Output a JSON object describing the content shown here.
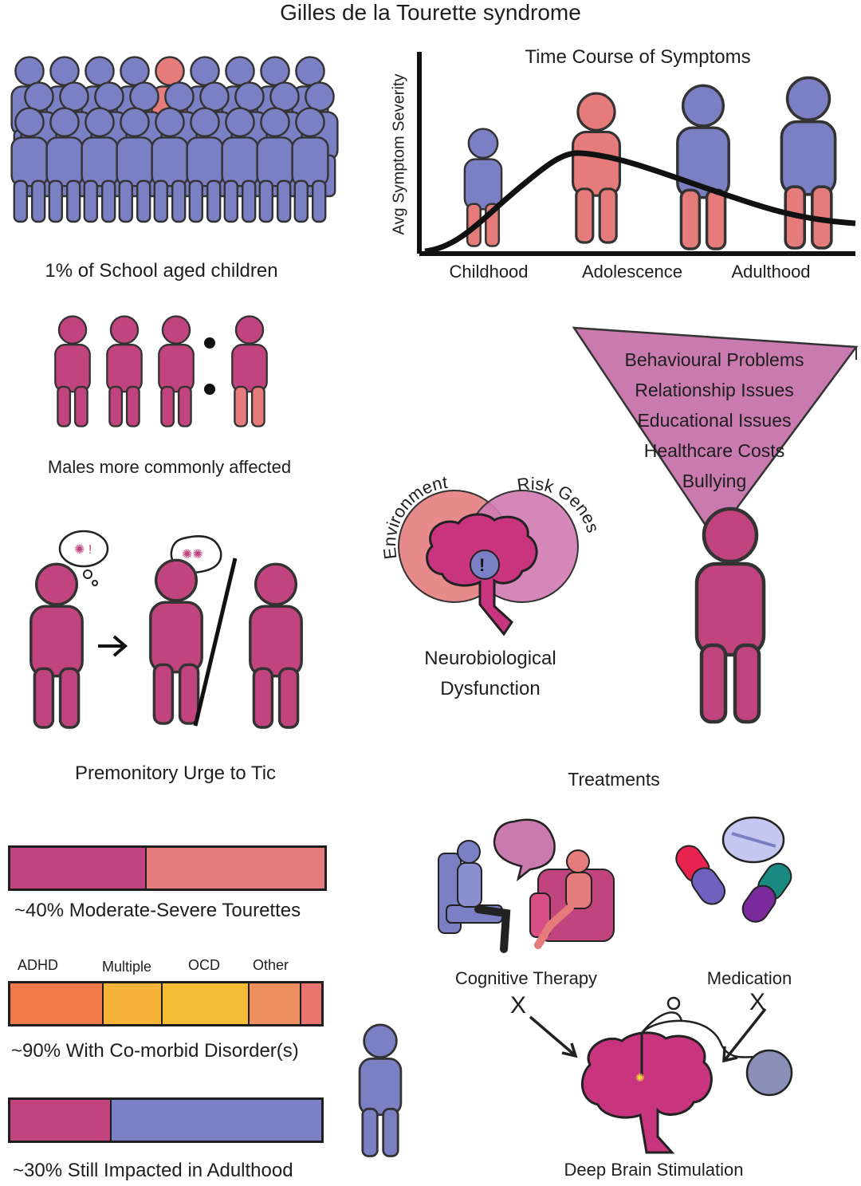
{
  "title": "Gilles de la Tourette syndrome",
  "prevalence": {
    "caption": "1% of School aged children"
  },
  "sex_ratio": {
    "caption": "Males more commonly affected"
  },
  "urge": {
    "caption": "Premonitory Urge to Tic"
  },
  "time_course": {
    "title": "Time Course of Symptoms",
    "ylabel": "Avg Symptom Severity",
    "stages": [
      "Childhood",
      "Adolescence",
      "Adulthood"
    ]
  },
  "impacts": {
    "items": [
      "Behavioural Problems",
      "Relationship Issues",
      "Educational Issues",
      "Healthcare Costs",
      "Bullying"
    ]
  },
  "causes": {
    "left": "Environment",
    "right": "Risk Genes",
    "result_line1": "Neurobiological",
    "result_line2": "Dysfunction"
  },
  "severity_bar": {
    "caption": "~40% Moderate-Severe Tourettes",
    "fraction": 0.43,
    "colors": [
      "#c2447e",
      "#e67b7b"
    ]
  },
  "comorbid_bar": {
    "caption": "~90% With Co-morbid Disorder(s)",
    "labels": [
      "ADHD",
      "Multiple",
      "OCD",
      "Other"
    ],
    "segments": [
      0.295,
      0.19,
      0.28,
      0.165,
      0.07
    ],
    "colors": [
      "#f07a4c",
      "#f5b33a",
      "#f5bd35",
      "#ee9060",
      "#e97470"
    ]
  },
  "adulthood_bar": {
    "caption": "~30% Still Impacted in Adulthood",
    "fraction": 0.32,
    "colors": [
      "#c2447e",
      "#7b7fc4"
    ]
  },
  "treatments": {
    "heading": "Treatments",
    "therapy": "Cognitive Therapy",
    "medication": "Medication",
    "dbs": "Deep Brain Stimulation",
    "cross_mark": "X"
  },
  "colors": {
    "blue": "#7b7fc4",
    "pink": "#e67b7b",
    "magenta": "#c2447e",
    "purple": "#c97aae"
  }
}
